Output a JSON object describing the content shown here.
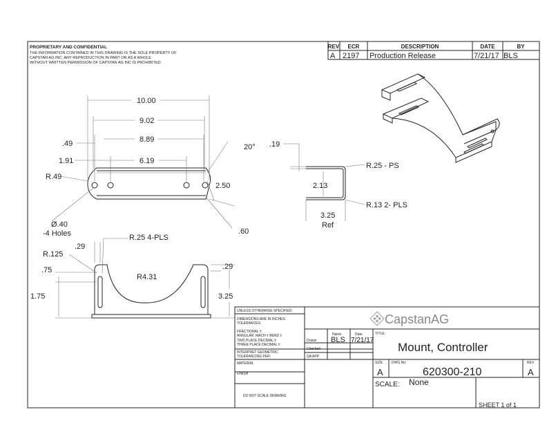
{
  "notice": {
    "title": "PROPRIETARY AND CONFIDENTIAL",
    "lines": [
      "THE INFORMATION CONTAINED IN THIS DRAWING IS THE SOLE PROPERTY OF",
      "CAPSTAN AG INC. ANY REPRODUCTION IN PART OR AS A WHOLE",
      "WITHOUT WRITTEN PERMISSION OF CAPSTAN AG INC IS PROHIBITED"
    ]
  },
  "revision_table": {
    "headers": [
      "REV",
      "ECR",
      "DESCRIPTION",
      "DATE",
      "BY"
    ],
    "rows": [
      [
        "A",
        "2197",
        "Production Release",
        "7/21/17",
        "BLS"
      ]
    ]
  },
  "dimensions": {
    "top": {
      "d1": "10.00",
      "d2": "9.02",
      "d3": "8.89",
      "d4": ".49",
      "d5": "1.91",
      "d6": "6.19",
      "d7": "20°",
      "d8": "R.49",
      "d9": "2.50",
      "d10a": "Ø.40",
      "d10b": "-4 Holes",
      "d11": ".60"
    },
    "side": {
      "d1": ".19",
      "d2": "R.25 - PS",
      "d3": "2.13",
      "d4": "R.13 2- PLS",
      "d5a": "3.25",
      "d5b": "Ref"
    },
    "front": {
      "d1": ".29",
      "d2": "R.25 4-PLS",
      "d3": "R.125",
      "d4": ".75",
      "d5": "R4.31",
      "d6": ".29",
      "d7": "1.75",
      "d8": "3.25"
    }
  },
  "title_block": {
    "tolerances": [
      "UNLESS OTHERWISE SPECIFIED:",
      "DIMENSIONS ARE IN INCHES",
      "TOLERANCES:",
      "FRACTIONAL ±",
      "ANGULAR: MACH ±   BEND ±",
      "TWO PLACE DECIMAL   ±",
      "THREE PLACE DECIMAL  ±",
      "INTERPRET GEOMETRIC",
      "TOLERANCING PER:",
      "MATERIAL",
      "FINISH",
      "DO NOT SCALE DRAWING"
    ],
    "company": "CapstanAG",
    "name_label": "Name",
    "date_label": "Date",
    "drawn_label": "Drawn",
    "drawn_name": "BLS",
    "drawn_date": "7/21/17",
    "checked_label": "Checked",
    "qa_label": "QA APP",
    "title_label": "TITLE:",
    "title": "Mount, Controller",
    "size_label": "SIZE",
    "size": "A",
    "dwg_label": "DWG No:",
    "dwg_no": "620300-210",
    "rev_label": "REV",
    "rev": "A",
    "scale_label": "SCALE:",
    "scale": "None",
    "sheet": "SHEET 1 of 1"
  }
}
